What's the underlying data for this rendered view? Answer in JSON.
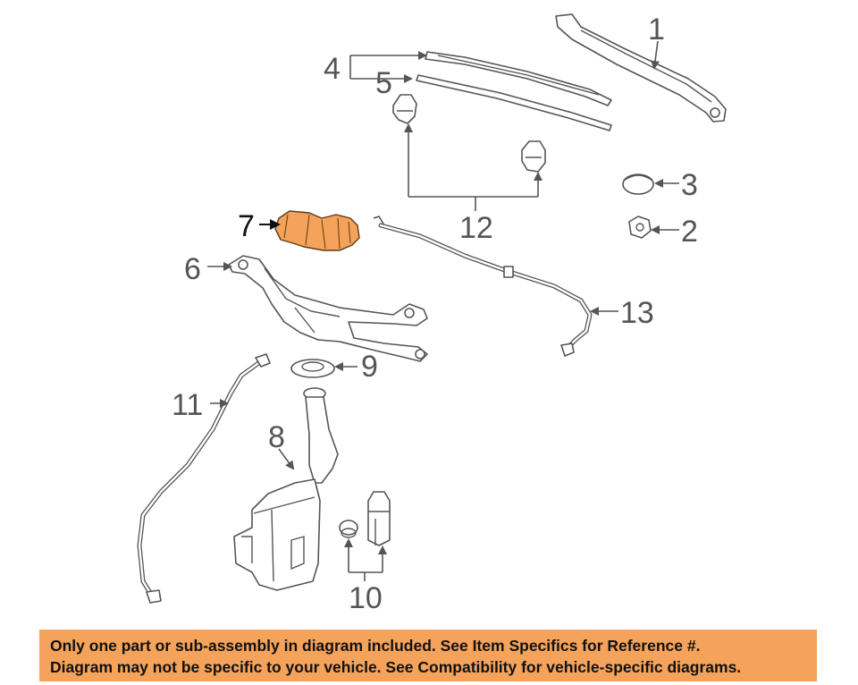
{
  "callouts": {
    "c1": "1",
    "c2": "2",
    "c3": "3",
    "c4": "4",
    "c5": "5",
    "c6": "6",
    "c7": "7",
    "c8": "8",
    "c9": "9",
    "c10": "10",
    "c11": "11",
    "c12": "12",
    "c13": "13"
  },
  "highlight_color": "#f5a25a",
  "banner": {
    "line1": "Only one part or sub-assembly in diagram included. See Item Specifics for Reference #.",
    "line2": "Diagram may not be specific to your vehicle. See Compatibility for vehicle-specific diagrams.",
    "background": "#f5a25a"
  }
}
